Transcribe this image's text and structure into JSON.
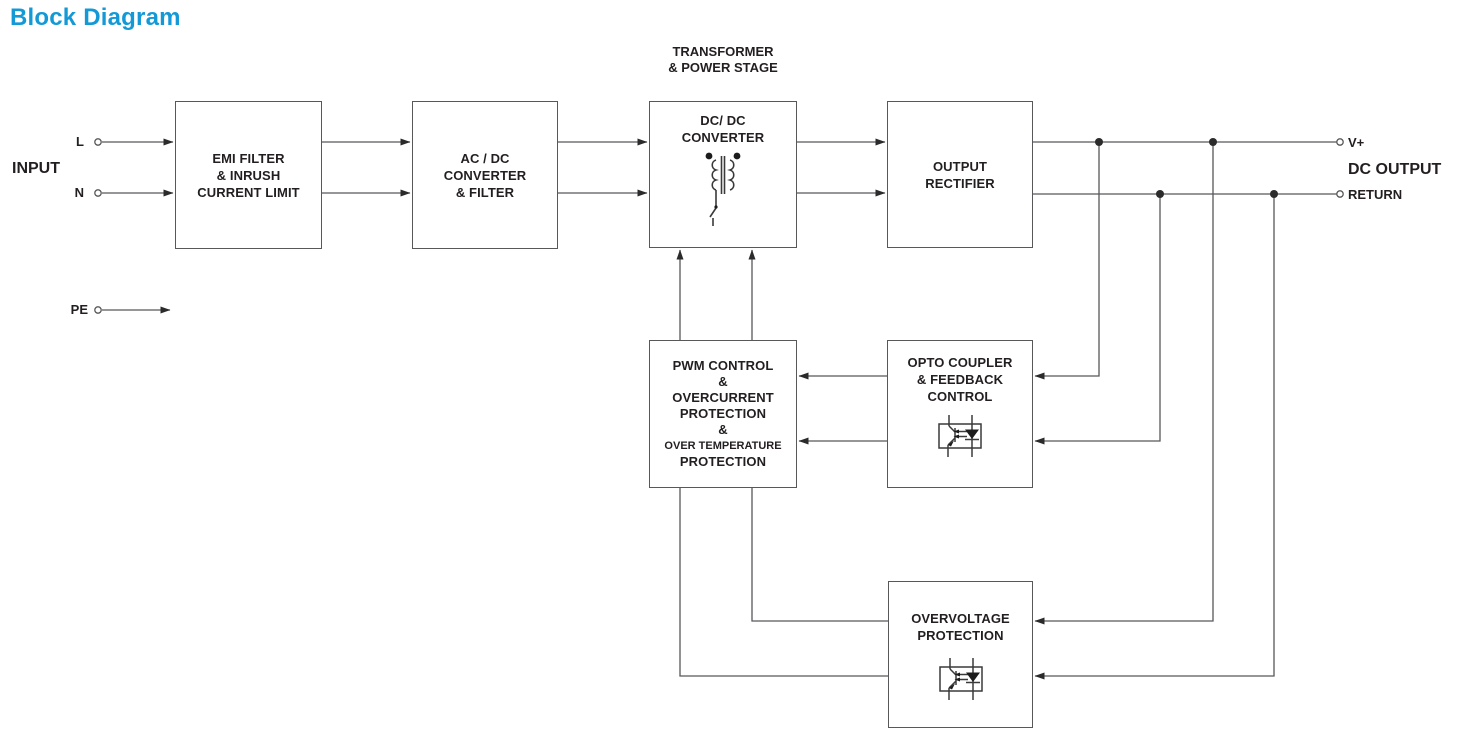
{
  "title": "Block Diagram",
  "colors": {
    "title_blue": "#1499d7",
    "line_gray": "#58585a",
    "text_dark": "#231f20"
  },
  "annotation": {
    "line1": "TRANSFORMER",
    "line2": "& POWER STAGE"
  },
  "input": {
    "label": "INPUT",
    "terminal_l": "L",
    "terminal_n": "N",
    "terminal_pe": "PE"
  },
  "output": {
    "label": "DC OUTPUT",
    "terminal_vplus": "V+",
    "terminal_return": "RETURN"
  },
  "blocks": {
    "emi": {
      "lines": [
        "EMI FILTER",
        "& INRUSH",
        "CURRENT LIMIT"
      ]
    },
    "acdc": {
      "lines": [
        "AC / DC",
        "CONVERTER",
        "& FILTER"
      ]
    },
    "dcdc": {
      "lines": [
        "DC/ DC",
        "CONVERTER"
      ]
    },
    "rect": {
      "lines": [
        "OUTPUT",
        "RECTIFIER"
      ]
    },
    "pwm": {
      "lines": [
        "PWM CONTROL",
        "&",
        "OVERCURRENT",
        "PROTECTION",
        "&",
        "OVER TEMPERATURE",
        "PROTECTION"
      ]
    },
    "opto": {
      "lines": [
        "OPTO COUPLER",
        "& FEEDBACK",
        "CONTROL"
      ]
    },
    "ovp": {
      "lines": [
        "OVERVOLTAGE",
        "PROTECTION"
      ]
    }
  },
  "icons": {
    "transformer": "transformer-icon",
    "optocoupler": "optocoupler-icon"
  }
}
